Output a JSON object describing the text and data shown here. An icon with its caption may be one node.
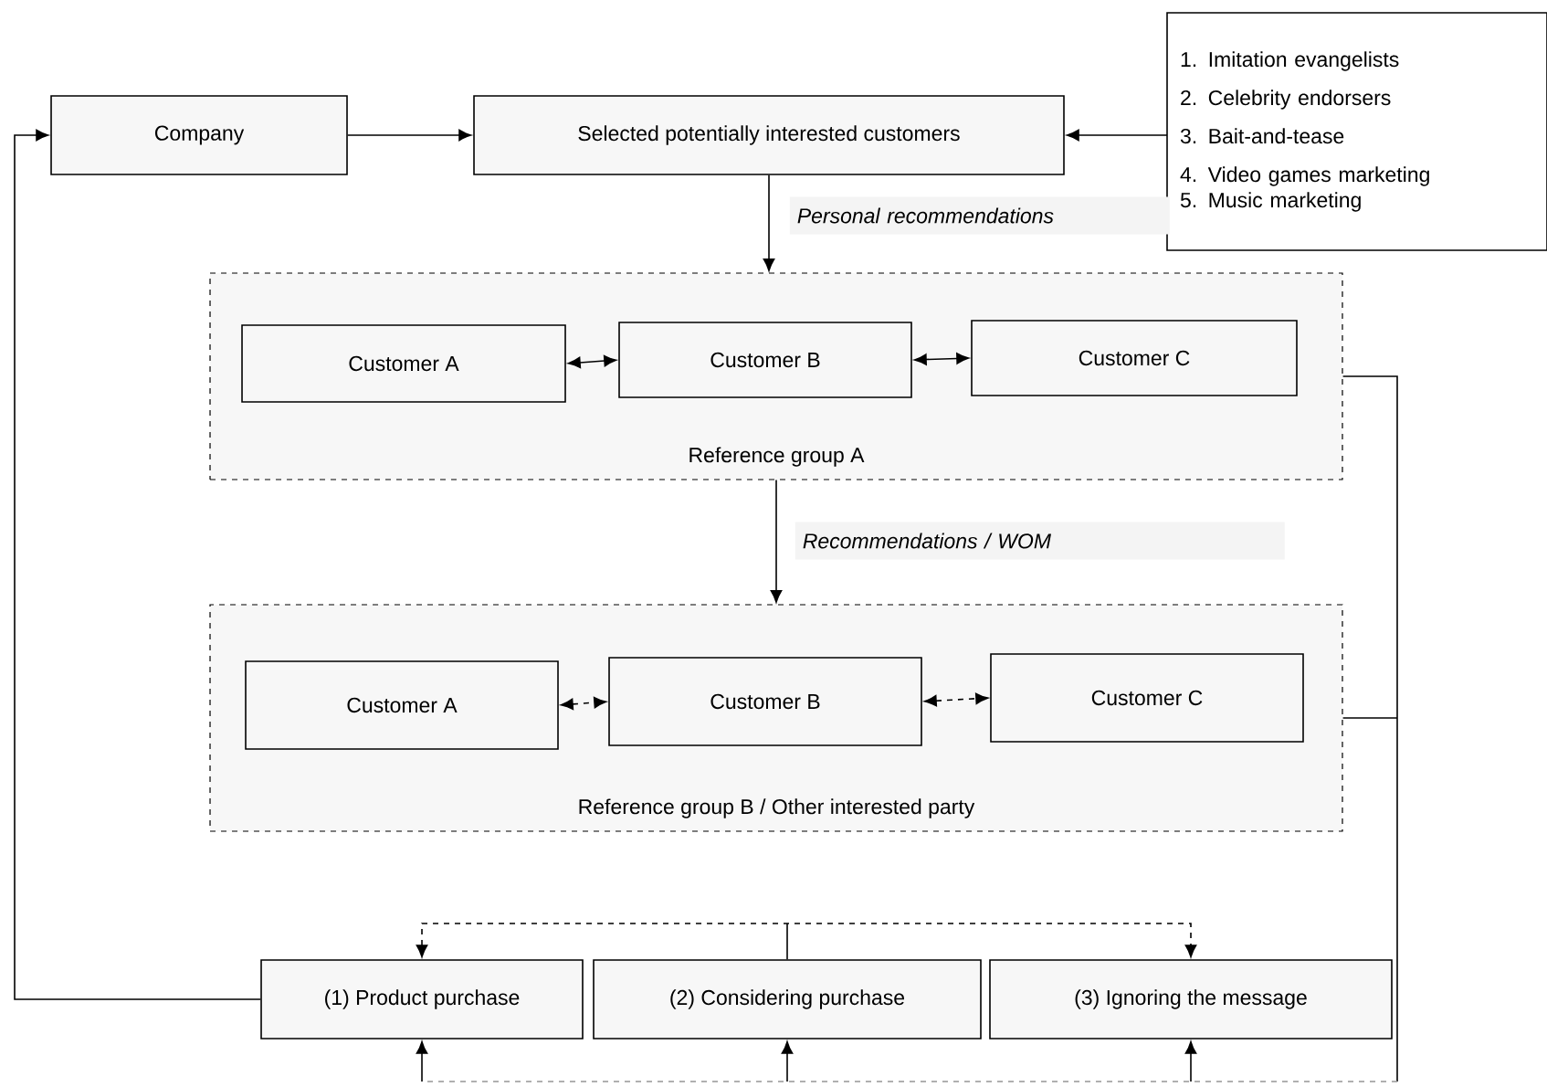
{
  "diagram": {
    "nodes": [
      {
        "text": [
          "Company"
        ]
      },
      {
        "text": [
          "Selected potentially interested customers"
        ]
      },
      {
        "text": [
          "1. Imitation evangelists",
          "2. Celebrity endorsers",
          "3. Bait-and-tease",
          "4. Video games marketing",
          "5. Music marketing"
        ]
      },
      {
        "text": [
          "Reference group A"
        ]
      },
      {
        "text": [
          "Customer A"
        ],
        "in": 3
      },
      {
        "text": [
          "Customer B"
        ],
        "in": 3
      },
      {
        "text": [
          "Customer C"
        ],
        "in": 3
      },
      {
        "text": [
          "Reference group B / Other interested party"
        ]
      },
      {
        "text": [
          "Customer A"
        ],
        "in": 7
      },
      {
        "text": [
          "Customer B"
        ],
        "in": 7
      },
      {
        "text": [
          "Customer C"
        ],
        "in": 7
      },
      {
        "text": [
          "(1) Product purchase"
        ]
      },
      {
        "text": [
          "(2) Considering purchase"
        ]
      },
      {
        "text": [
          "(3) Ignoring the message"
        ]
      }
    ],
    "edges": [
      {
        "from": 0,
        "to": 1,
        "arrow": "to"
      },
      {
        "from": 2,
        "to": 1,
        "arrow": "to"
      },
      {
        "from": 1,
        "to": 3,
        "arrow": "to",
        "label": "Personal recommendations"
      },
      {
        "from": 3,
        "to": 7,
        "arrow": "to",
        "label": "Recommendations / WOM"
      },
      {
        "from": 4,
        "to": 5,
        "arrow": "both"
      },
      {
        "from": 5,
        "to": 6,
        "arrow": "both"
      },
      {
        "from": 8,
        "to": 9,
        "arrow": "both",
        "style": "dashed"
      },
      {
        "from": 9,
        "to": 10,
        "arrow": "both",
        "style": "dashed"
      },
      {
        "from": 11,
        "to": 0,
        "arrow": "to"
      },
      {
        "from": 12,
        "to": 11,
        "arrow": "to",
        "style": "dashed"
      },
      {
        "from": 12,
        "to": 13,
        "arrow": "to",
        "style": "dashed"
      },
      {
        "from": 3,
        "to": 11,
        "arrow": "to",
        "style": "dashed",
        "color": "#969696"
      },
      {
        "from": 3,
        "to": 12,
        "arrow": "to",
        "style": "dashed",
        "color": "#969696"
      },
      {
        "from": 3,
        "to": 13,
        "arrow": "to",
        "style": "dashed",
        "color": "#969696"
      },
      {
        "from": 7,
        "to": 11,
        "arrow": "to",
        "style": "dashed",
        "color": "#969696"
      },
      {
        "from": 7,
        "to": 12,
        "arrow": "to",
        "style": "dashed",
        "color": "#969696"
      },
      {
        "from": 7,
        "to": 13,
        "arrow": "to",
        "style": "dashed",
        "color": "#969696"
      }
    ]
  }
}
